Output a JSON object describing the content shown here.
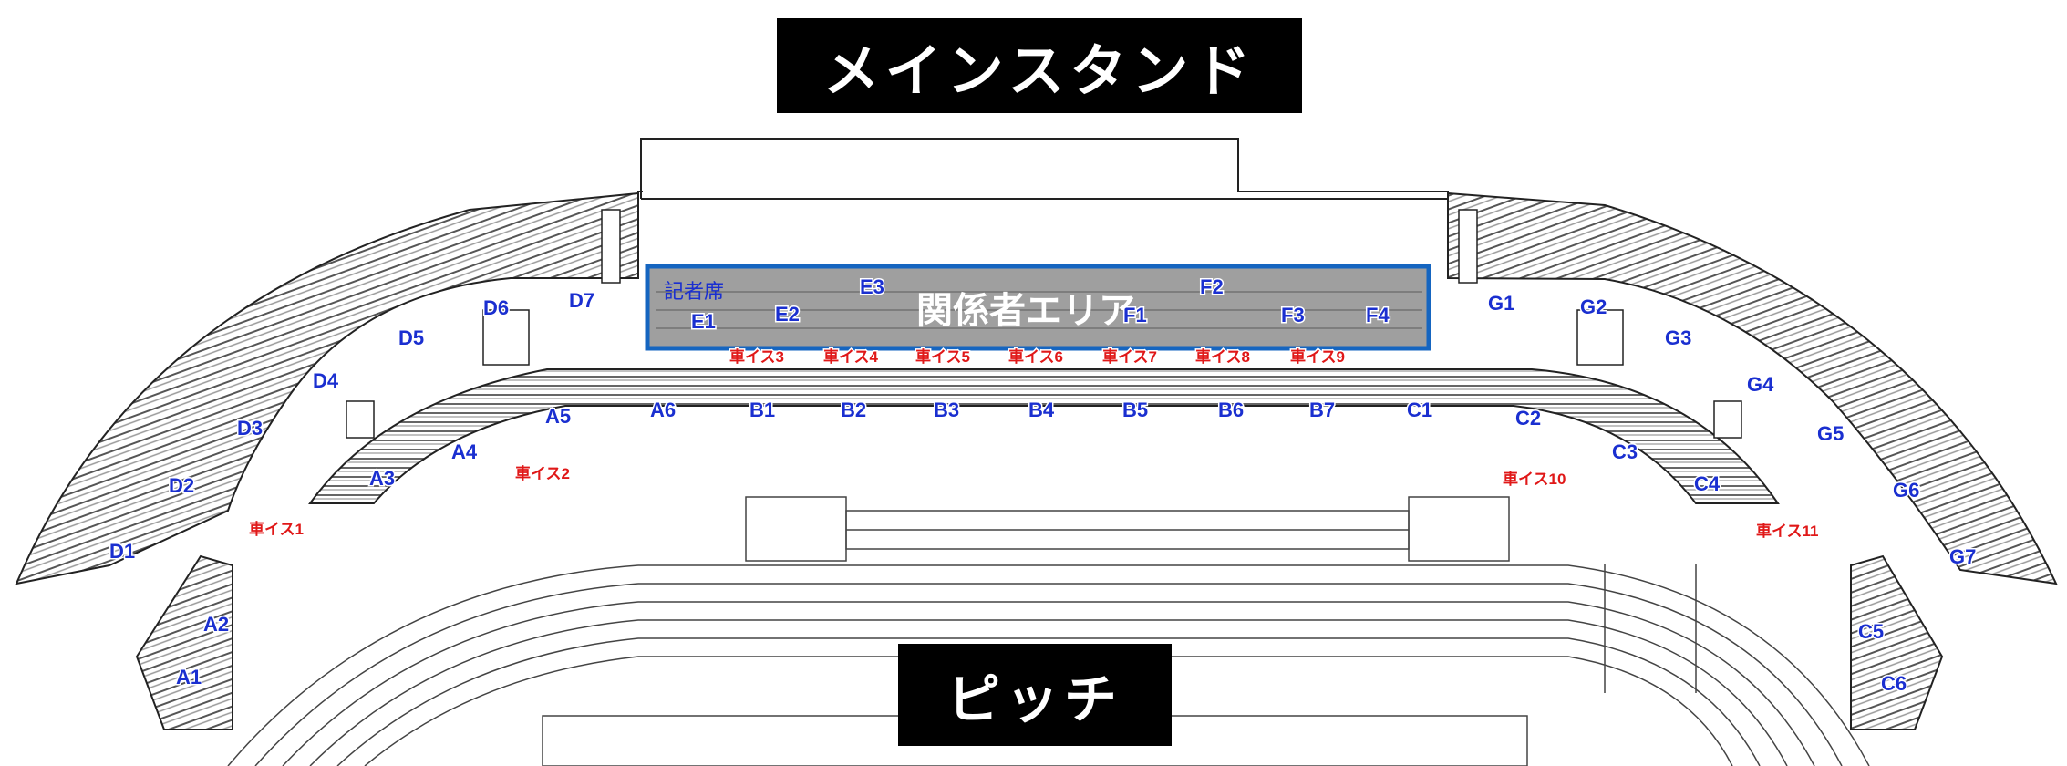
{
  "titles": {
    "top": "メインスタンド",
    "bottom": "ピッチ"
  },
  "area_label": "関係者エリア",
  "press_label": "記者席",
  "colors": {
    "seat_label": "#1a2fd0",
    "wheelchair_label": "#e01818",
    "highlight_border": "#1565c0",
    "highlight_fill": "#8a8a8a",
    "title_bg": "#000000"
  },
  "blocks": {
    "A1": "A1",
    "A2": "A2",
    "A3": "A3",
    "A4": "A4",
    "A5": "A5",
    "A6": "A6",
    "B1": "B1",
    "B2": "B2",
    "B3": "B3",
    "B4": "B4",
    "B5": "B5",
    "B6": "B6",
    "B7": "B7",
    "C1": "C1",
    "C2": "C2",
    "C3": "C3",
    "C4": "C4",
    "C5": "C5",
    "C6": "C6",
    "D1": "D1",
    "D2": "D2",
    "D3": "D3",
    "D4": "D4",
    "D5": "D5",
    "D6": "D6",
    "D7": "D7",
    "E1": "E1",
    "E2": "E2",
    "E3": "E3",
    "F1": "F1",
    "F2": "F2",
    "F3": "F3",
    "F4": "F4",
    "G1": "G1",
    "G2": "G2",
    "G3": "G3",
    "G4": "G4",
    "G5": "G5",
    "G6": "G6",
    "G7": "G7"
  },
  "wheelchair": {
    "w1": "車イス1",
    "w2": "車イス2",
    "w3": "車イス3",
    "w4": "車イス4",
    "w5": "車イス5",
    "w6": "車イス6",
    "w7": "車イス7",
    "w8": "車イス8",
    "w9": "車イス9",
    "w10": "車イス10",
    "w11": "車イス11"
  }
}
